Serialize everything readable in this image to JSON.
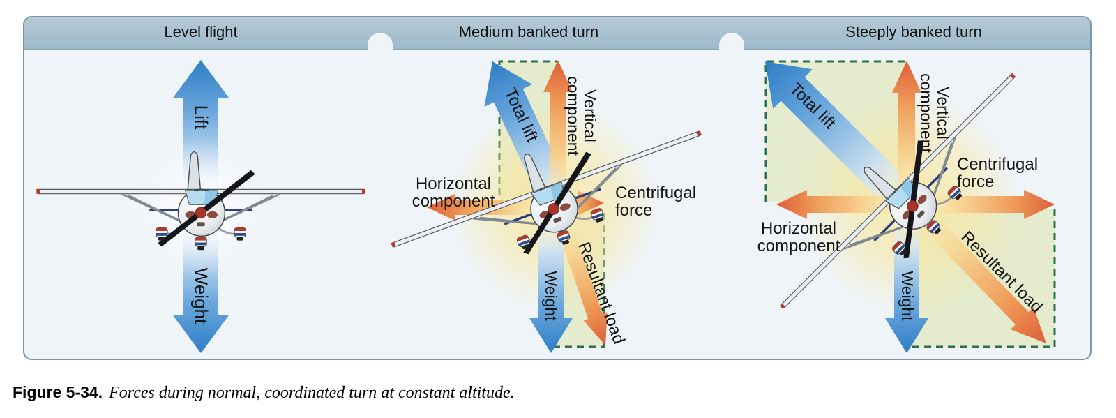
{
  "figure": {
    "panels": [
      {
        "title": "Level flight",
        "labels": {
          "lift": "Lift",
          "weight": "Weight"
        }
      },
      {
        "title": "Medium banked turn",
        "labels": {
          "total_lift": "Total lift",
          "vertical_1": "Vertical",
          "vertical_2": "component",
          "horizontal_1": "Horizontal",
          "horizontal_2": "component",
          "centrifugal_1": "Centrifugal",
          "centrifugal_2": "force",
          "weight": "Weight",
          "resultant": "Resultant load"
        }
      },
      {
        "title": "Steeply banked turn",
        "labels": {
          "total_lift": "Total lift",
          "vertical_1": "Vertical",
          "vertical_2": "component",
          "horizontal_1": "Horizontal",
          "horizontal_2": "component",
          "centrifugal_1": "Centrifugal",
          "centrifugal_2": "force",
          "weight": "Weight",
          "resultant": "Resultant load"
        }
      }
    ],
    "caption": {
      "label": "Figure 5-34.",
      "text": "Forces during normal, coordinated turn at constant altitude."
    },
    "icons": {
      "airplane": "cessna-front-view-icon"
    },
    "colors": {
      "header": "#a3becd",
      "panel_bg": "#eff4f8",
      "frame_border": "#7d97a9",
      "lift_blue": "#2e7ec6",
      "force_orange": "#dd5f38",
      "dashed_green": "#2d6f4a",
      "region_fill": "#e3e9c6",
      "glow_yellow": "#f8e7a2"
    }
  }
}
